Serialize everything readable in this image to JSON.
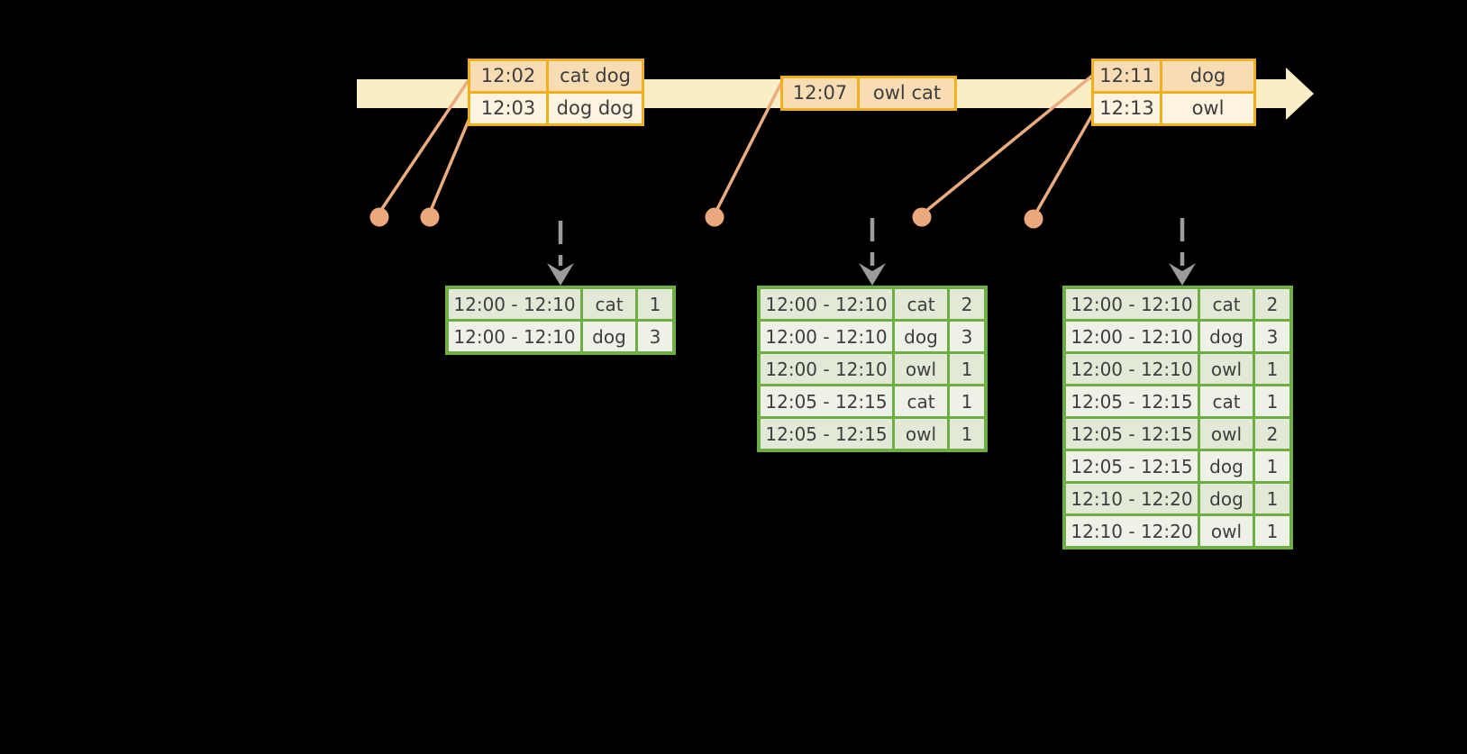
{
  "diagram_title": "windowed-word-count-stream",
  "colors": {
    "background": "#000000",
    "timeline_band": "#faeec6",
    "event_border": "#f0b01e",
    "event_row_dark": "#f8dcb4",
    "event_row_light": "#fdf3df",
    "dot_and_line": "#eba87d",
    "trigger_arrow": "#9b9b9b",
    "result_border": "#6fae44",
    "result_row_dark": "#e2e9d7",
    "result_row_light": "#edf1e7",
    "text": "#3e3e3e"
  },
  "icons": {
    "timeline": "right-arrow-band-icon",
    "trigger": "dashed-down-arrow-icon",
    "event_marker": "dot-icon"
  },
  "timeline": {
    "event_tables": [
      {
        "rows": [
          {
            "time": "12:02",
            "words": "cat dog"
          },
          {
            "time": "12:03",
            "words": "dog dog"
          }
        ]
      },
      {
        "rows": [
          {
            "time": "12:07",
            "words": "owl cat"
          }
        ]
      },
      {
        "rows": [
          {
            "time": "12:11",
            "words": "dog"
          },
          {
            "time": "12:13",
            "words": "owl"
          }
        ]
      }
    ]
  },
  "result_tables": [
    {
      "rows": [
        [
          "12:00 - 12:10",
          "cat",
          "1"
        ],
        [
          "12:00 - 12:10",
          "dog",
          "3"
        ]
      ]
    },
    {
      "rows": [
        [
          "12:00 - 12:10",
          "cat",
          "2"
        ],
        [
          "12:00 - 12:10",
          "dog",
          "3"
        ],
        [
          "12:00 - 12:10",
          "owl",
          "1"
        ],
        [
          "12:05 - 12:15",
          "cat",
          "1"
        ],
        [
          "12:05 - 12:15",
          "owl",
          "1"
        ]
      ]
    },
    {
      "rows": [
        [
          "12:00 - 12:10",
          "cat",
          "2"
        ],
        [
          "12:00 - 12:10",
          "dog",
          "3"
        ],
        [
          "12:00 - 12:10",
          "owl",
          "1"
        ],
        [
          "12:05 - 12:15",
          "cat",
          "1"
        ],
        [
          "12:05 - 12:15",
          "owl",
          "2"
        ],
        [
          "12:05 - 12:15",
          "dog",
          "1"
        ],
        [
          "12:10 - 12:20",
          "dog",
          "1"
        ],
        [
          "12:10 - 12:20",
          "owl",
          "1"
        ]
      ]
    }
  ]
}
